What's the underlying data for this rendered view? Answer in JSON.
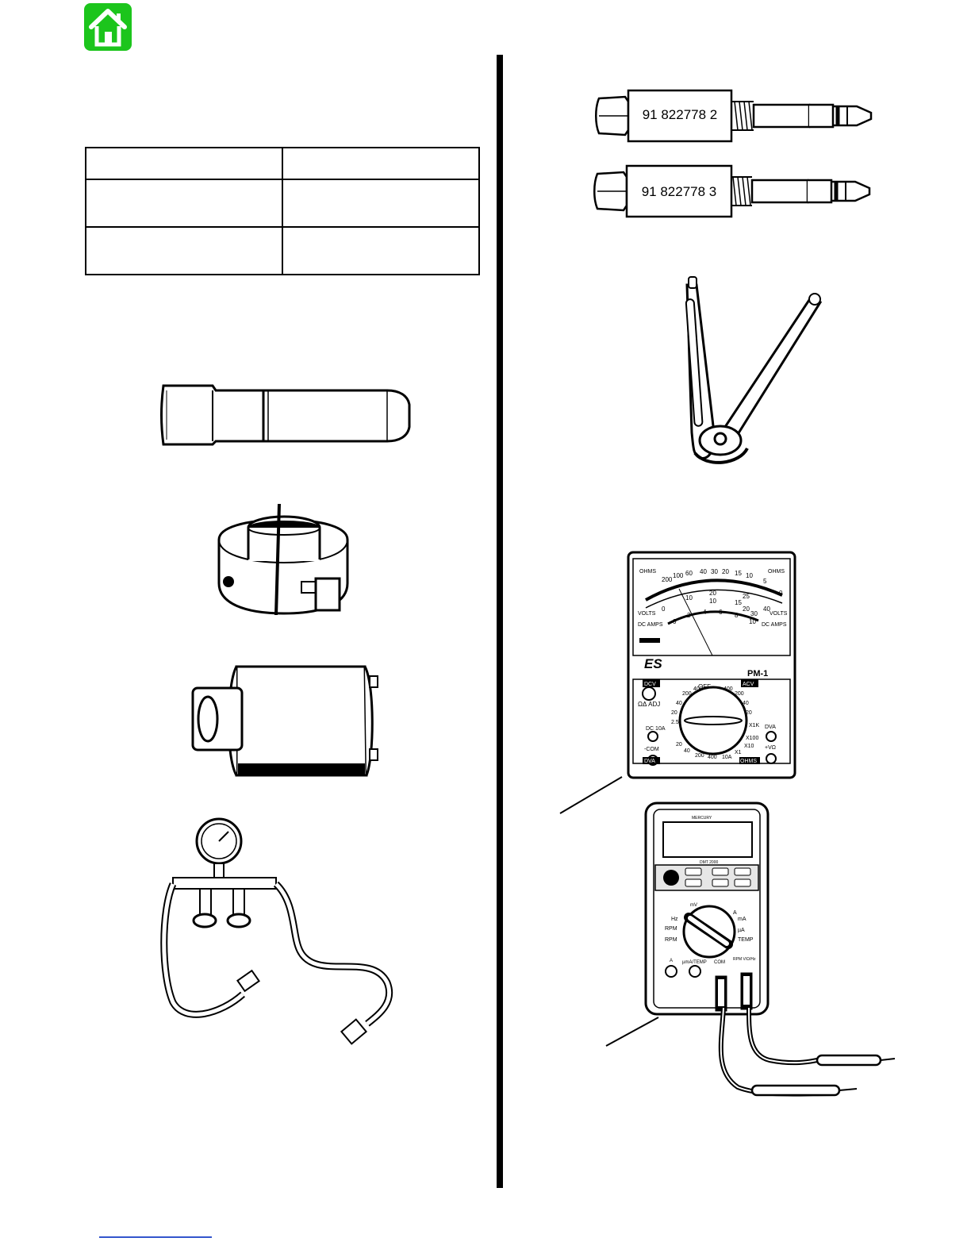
{
  "colors": {
    "home_button": "#1cc51c",
    "ink": "#000000",
    "link": "#3355cc"
  },
  "icons": {
    "home": "home-icon"
  },
  "spec_table": {
    "rows": [
      [
        "",
        ""
      ],
      [
        "",
        ""
      ],
      [
        "",
        ""
      ]
    ]
  },
  "right_column": {
    "adapters": {
      "adapter_2_label": "91 822778 2",
      "adapter_3_label": "91 822778 3"
    },
    "analog_meter": {
      "brand": "ES",
      "model": "PM-1",
      "scale_ohms_left": "OHMS",
      "scale_ohms_right": "OHMS",
      "ohms_ticks": [
        "200",
        "100",
        "60",
        "40",
        "30",
        "20",
        "15",
        "10",
        "5",
        "0"
      ],
      "scale_volts_left": "VOLTS",
      "scale_volts_right": "VOLTS",
      "volts_ticks": [
        "0",
        "10",
        "20",
        "30",
        "40"
      ],
      "mid_ticks": [
        "20",
        "10",
        "15",
        "25"
      ],
      "dc_amps_left": "DC AMPS",
      "dc_amps_right": "DC AMPS",
      "amps_ticks": [
        "0",
        "2",
        "4",
        "6",
        "8",
        "10"
      ],
      "dial_top": "OFF",
      "dcv": "DCV",
      "acv": "ACV",
      "ohm_adj": "ΩΔ ADJ",
      "dc10a": "DC 10A",
      "com": "-COM",
      "dva_right": "DVA",
      "vohm": "+VΩ",
      "dva_left": "DVA",
      "ohms_label": "OHMS",
      "x1k": "X1K",
      "x100": "X100",
      "x10": "X10",
      "x1": "X1",
      "ten_a": "10A",
      "dcv_ranges": [
        "200",
        "400",
        "40",
        "20",
        "2.5"
      ],
      "acv_ranges": [
        "400",
        "200",
        "40",
        "20"
      ],
      "dva_ranges": [
        "20",
        "40",
        "200",
        "400"
      ]
    },
    "digital_meter": {
      "brand": "MERCURY",
      "model": "DMT 2000",
      "hz": "Hz",
      "rpm1": "RPM",
      "rpm2": "RPM",
      "ma": "mA",
      "ua": "µA",
      "temp": "TEMP",
      "a_top": "A",
      "v_label": "mV",
      "jack_a": "A",
      "jack_ua": "µmA/TEMP",
      "jack_com": "COM",
      "jack_rpm": "RPM V/Ω/Hz"
    }
  }
}
